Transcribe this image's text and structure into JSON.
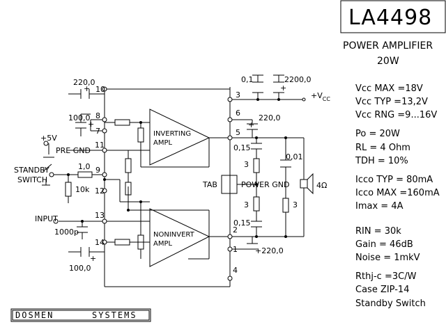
{
  "title": "LA4498",
  "subtitle": [
    "POWER AMPLIFIER",
    "20W"
  ],
  "specs": [
    "Vcc MAX =18V",
    "Vcc TYP =13,2V",
    "Vcc RNG =9...16V",
    "Po = 20W",
    "RL = 4 Ohm",
    "TDH = 10%",
    "Icco TYP = 80mA",
    "Icco MAX =160mA",
    "Imax = 4A",
    "RIN = 30k",
    "Gain = 46dB",
    "Noise = 1mkV",
    "Rthj-c =3C/W",
    "Case ZIP-14",
    "Standby Switch"
  ],
  "logo": [
    "DOSMEN",
    "SYSTEMS"
  ],
  "amplifiers": {
    "inverting": [
      "INVERTING",
      "AMPL"
    ],
    "noninverting": [
      "NONINVERT",
      "AMPL"
    ]
  },
  "pins": [
    "10",
    "8",
    "7",
    "11",
    "9",
    "12",
    "13",
    "14",
    "3",
    "6",
    "5",
    "2",
    "1",
    "4"
  ],
  "labels": {
    "c_220_top": "220,0",
    "c_100_8": "100,0",
    "c_100_14": "100,0",
    "c_01": "0,1",
    "c_2200": "2200,0",
    "vcc": "+V",
    "vcc_sub": "CC",
    "c_220_6": "220,0",
    "c_015_a": "0,15",
    "c_015_b": "0,15",
    "r_3_a": "3",
    "r_3_b": "3",
    "r_3_c": "3",
    "c_001": "0,01",
    "speaker": "4Ω",
    "tab": "TAB",
    "power_gnd": "POWER GND",
    "pre_gnd": "PRE GND",
    "plus5v": "+5V",
    "standby": "STANDBY",
    "switch": "SWITCH",
    "r_1_0": "1,0",
    "r_10k": "10k",
    "input": "INPUT",
    "c_1000p": "1000p",
    "c_220_out": "+220,0",
    "plus": "+"
  }
}
